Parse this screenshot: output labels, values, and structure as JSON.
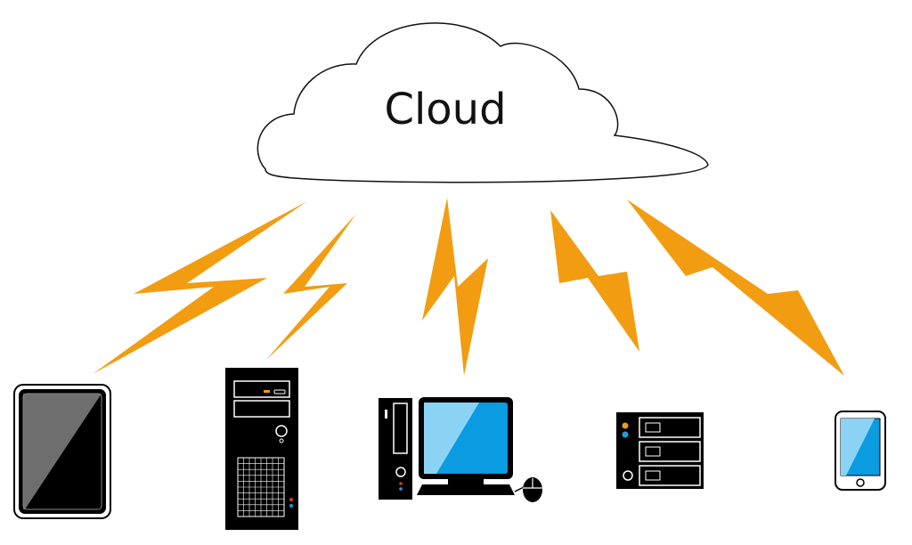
{
  "cloud": {
    "label": "Cloud"
  },
  "colors": {
    "bolt": "#F29C11",
    "device": "#000000",
    "screen_blue": "#0A9BE0",
    "screen_light": "#8BD3F5",
    "tablet_screen": "#6E6E6E",
    "led_red": "#E5332A",
    "led_blue": "#1AA0E0",
    "led_orange": "#F29C11",
    "background": "#FFFFFF"
  },
  "devices": [
    {
      "kind": "tablet",
      "icon": "tablet-icon"
    },
    {
      "kind": "tower-pc",
      "icon": "tower-pc-icon"
    },
    {
      "kind": "desktop-computer",
      "icon": "desktop-computer-icon"
    },
    {
      "kind": "nas-server",
      "icon": "nas-server-icon"
    },
    {
      "kind": "smartphone",
      "icon": "smartphone-icon"
    }
  ],
  "connections": {
    "count": 5,
    "icon": "lightning-bolt-icon"
  }
}
